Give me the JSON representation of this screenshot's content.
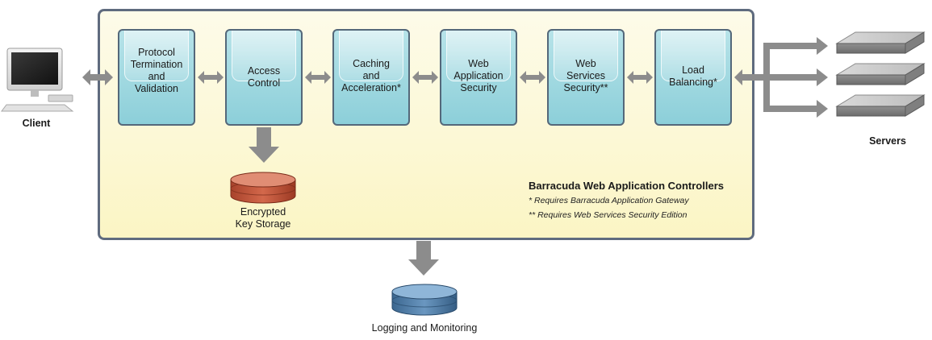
{
  "client_label": "Client",
  "servers_label": "Servers",
  "modules": [
    {
      "label": "Protocol\nTermination\nand\nValidation"
    },
    {
      "label": "Access\nControl"
    },
    {
      "label": "Caching\nand\nAcceleration*"
    },
    {
      "label": "Web\nApplication\nSecurity"
    },
    {
      "label": "Web\nServices\nSecurity**"
    },
    {
      "label": "Load\nBalancing*"
    }
  ],
  "key_storage_label": "Encrypted\nKey Storage",
  "logging_label": "Logging and Monitoring",
  "legend": {
    "title": "Barracuda Web Application Controllers",
    "note1": "* Requires Barracuda Application Gateway",
    "note2": "** Requires Web Services Security Edition"
  },
  "colors": {
    "frame_border": "#5f6b7e",
    "frame_fill": "#fcf8d6",
    "module_fill": "#8ccfd9",
    "arrow": "#8c8c8c",
    "key_storage_db": "#c8583c",
    "logging_db": "#4f7faa"
  }
}
